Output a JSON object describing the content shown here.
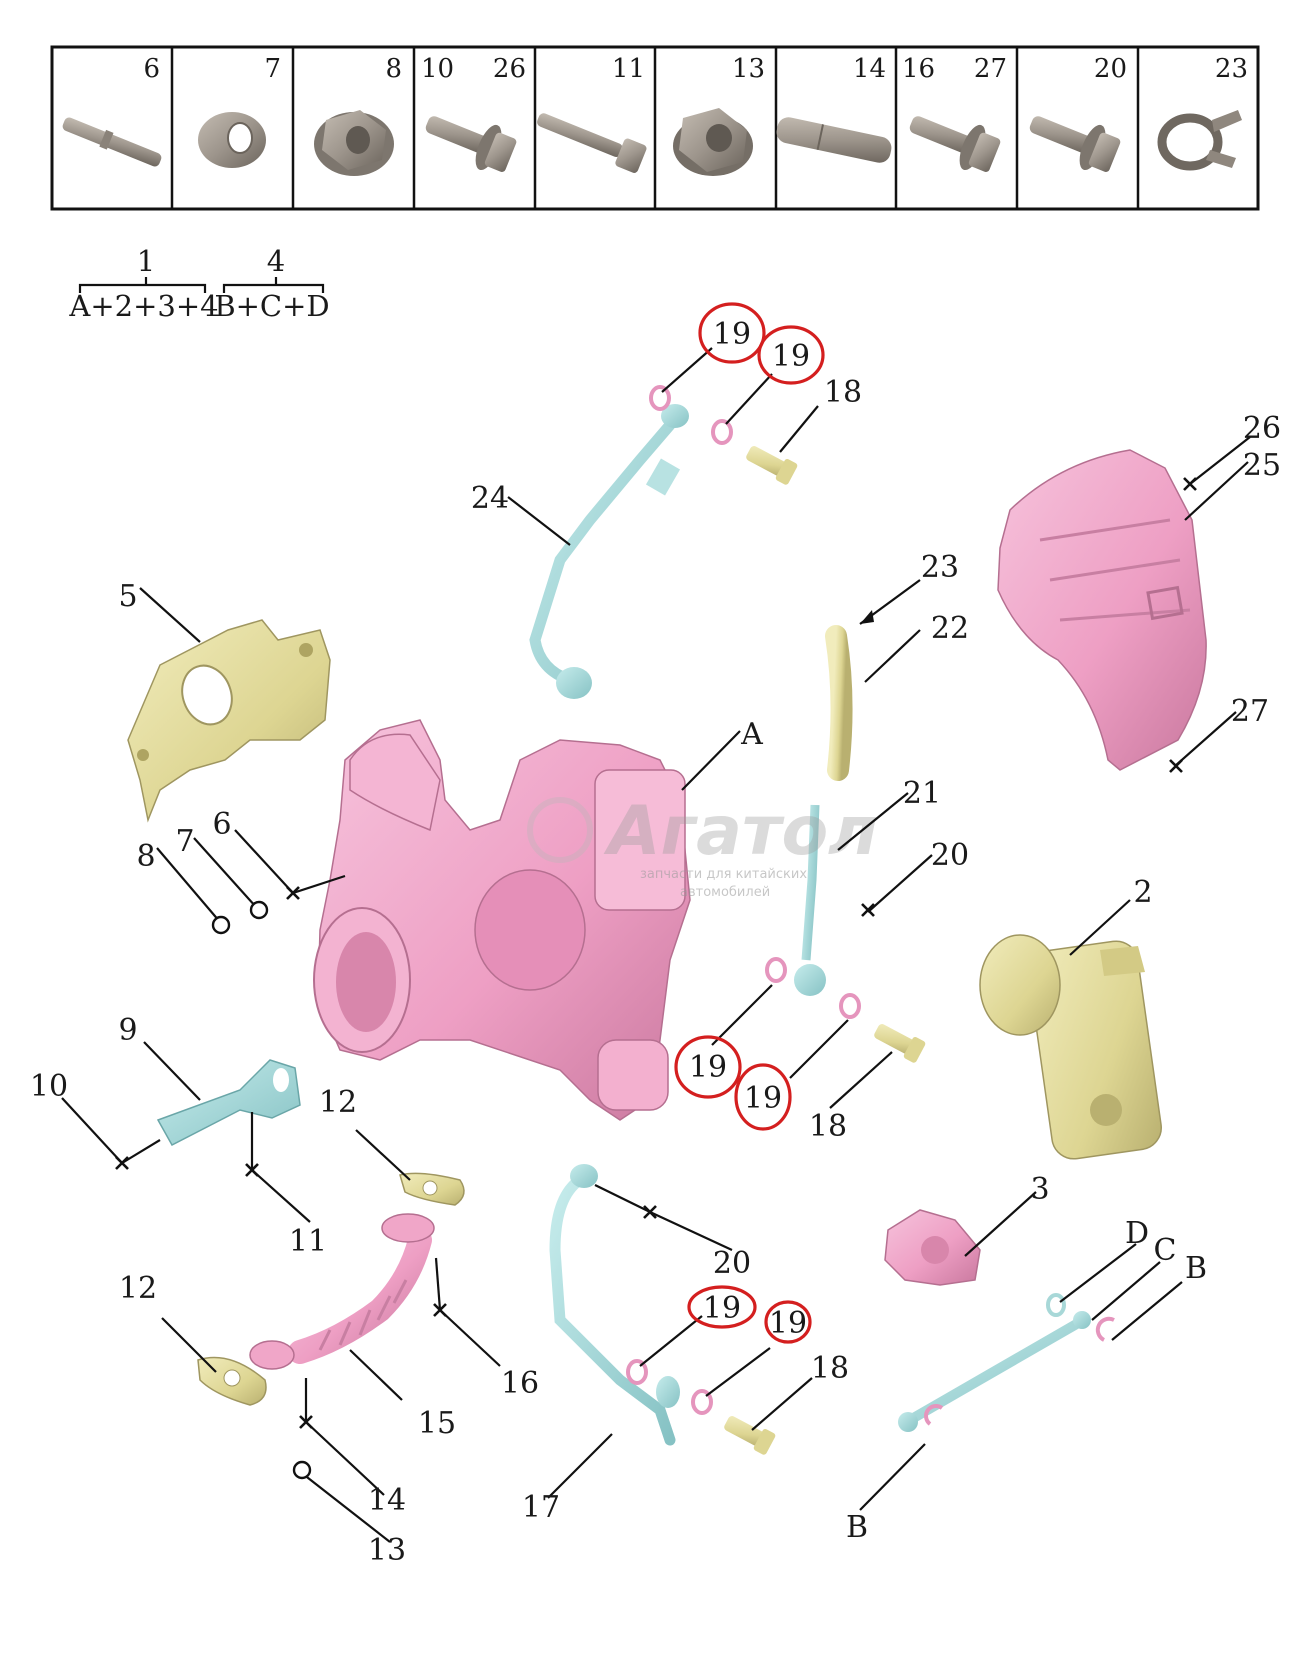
{
  "parts_table": {
    "cells": [
      {
        "labels": [
          "6"
        ],
        "part": "stud",
        "icon": "stud-icon"
      },
      {
        "labels": [
          "7"
        ],
        "part": "washer",
        "icon": "washer-icon"
      },
      {
        "labels": [
          "8"
        ],
        "part": "flange nut",
        "icon": "flange-nut-icon"
      },
      {
        "labels": [
          "10",
          "26"
        ],
        "part": "flange bolt",
        "icon": "flange-bolt-icon"
      },
      {
        "labels": [
          "11"
        ],
        "part": "bolt",
        "icon": "long-bolt-icon"
      },
      {
        "labels": [
          "13"
        ],
        "part": "nut",
        "icon": "nut-icon"
      },
      {
        "labels": [
          "14"
        ],
        "part": "stud",
        "icon": "plain-stud-icon"
      },
      {
        "labels": [
          "16",
          "27"
        ],
        "part": "flange bolt",
        "icon": "flange-bolt-icon"
      },
      {
        "labels": [
          "20"
        ],
        "part": "flange bolt",
        "icon": "flange-bolt-icon"
      },
      {
        "labels": [
          "23"
        ],
        "part": "clamp",
        "icon": "spring-clamp-icon"
      }
    ]
  },
  "formulas": [
    {
      "top": "1",
      "bottom": "A+2+3+4"
    },
    {
      "top": "4",
      "bottom": "B+C+D"
    }
  ],
  "callouts": {
    "c19a": "19",
    "c19b": "19",
    "c18a": "18",
    "c24": "24",
    "c26": "26",
    "c25": "25",
    "c23": "23",
    "c22": "22",
    "c27": "27",
    "c5": "5",
    "cA": "A",
    "c21": "21",
    "c20a": "20",
    "c8": "8",
    "c7": "7",
    "c6": "6",
    "c2": "2",
    "c19c": "19",
    "c19d": "19",
    "c18b": "18",
    "c9": "9",
    "c10": "10",
    "c11": "11",
    "c12a": "12",
    "c3": "3",
    "c20b": "20",
    "cD": "D",
    "cC": "C",
    "cB1": "B",
    "c12b": "12",
    "c16": "16",
    "c19e": "19",
    "c19f": "19",
    "c18c": "18",
    "c15": "15",
    "c14": "14",
    "c13": "13",
    "c17": "17",
    "cB2": "B"
  },
  "watermark": {
    "brand": "Агатол",
    "line1": "запчасти для китайских",
    "line2": "автомобилей"
  },
  "colors": {
    "pink": "#f0a6c8",
    "teal": "#a8d8d8",
    "yellow": "#e6e0a0",
    "gray": "#9d958c",
    "highlight": "#d41f1f"
  }
}
